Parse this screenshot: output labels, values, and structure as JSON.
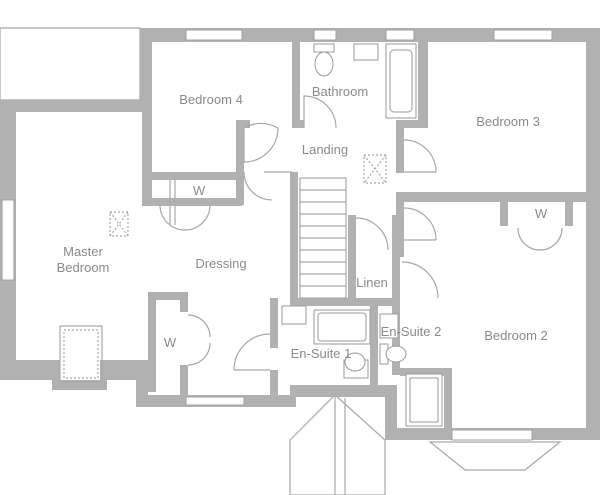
{
  "plan": {
    "rooms": {
      "bedroom4": "Bedroom 4",
      "bathroom": "Bathroom",
      "bedroom3": "Bedroom 3",
      "landing": "Landing",
      "wardrobe_top": "W",
      "wardrobe_right": "W",
      "master_line1": "Master",
      "master_line2": "Bedroom",
      "dressing": "Dressing",
      "linen": "Linen",
      "ensuite2": "En-Suite 2",
      "wardrobe_left": "W",
      "ensuite1": "En-Suite 1",
      "bedroom2": "Bedroom 2"
    },
    "colors": {
      "wall": "#b1b1b1",
      "line": "#a8a8a8",
      "text": "#8a8a8a"
    }
  }
}
